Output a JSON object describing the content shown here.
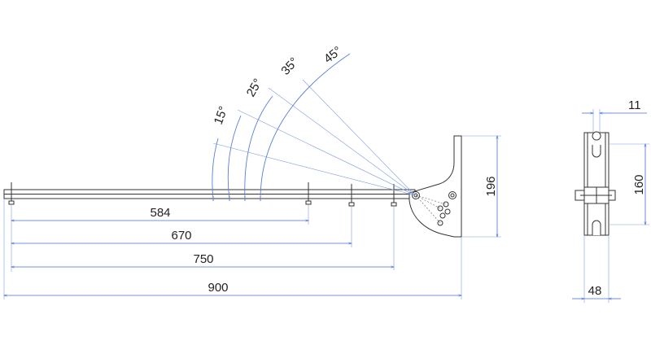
{
  "angles": {
    "a15": "15°",
    "a25": "25°",
    "a35": "35°",
    "a45": "45°"
  },
  "dimensions": {
    "d584": "584",
    "d670": "670",
    "d750": "750",
    "d900": "900",
    "d196": "196",
    "d160": "160",
    "d11": "11",
    "d48": "48"
  },
  "colors": {
    "dimension": "#4a6fd0",
    "outline": "#333333",
    "text": "#222222"
  }
}
